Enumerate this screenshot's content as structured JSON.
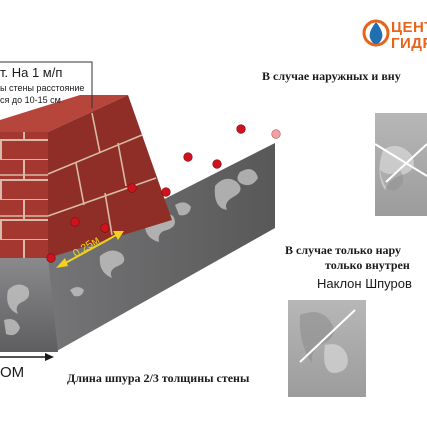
{
  "logo": {
    "line1": "ЦЕНТ",
    "line2": "ГИДР",
    "colors": {
      "ring": "#e8641b",
      "drop": "#1f6fb2"
    }
  },
  "callout": {
    "title": "т. На 1 м/п",
    "line1": "ы стены расстояние",
    "line2": "ся до  10-15 см"
  },
  "dimension_label": "0,25м",
  "bottom_label": "ОМ",
  "headings": {
    "outer_inner": "В случае  наружных  и вну",
    "only_outer_line1": "В случае  только нару",
    "only_outer_line2": "только внутрен",
    "slope": "Наклон Шпуров",
    "length": "Длина шпура 2/3 толщины стены"
  },
  "colors": {
    "brick": "#a4372f",
    "brick_mortar": "#d9b9a8",
    "wall_gray": "#6e6e70",
    "hole_red": "#d0121c",
    "arrow_yellow": "#f2d21b"
  }
}
